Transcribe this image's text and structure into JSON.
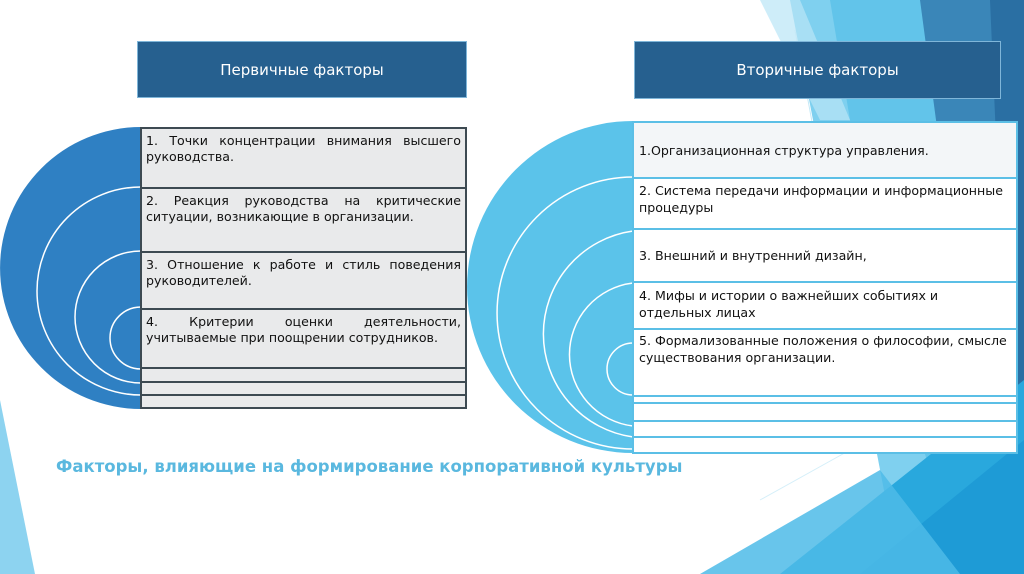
{
  "slide": {
    "title": "Факторы, влияющие на формирование корпоративной культуры",
    "colors": {
      "header_bg": "#26608f",
      "left_semicircle": "#2f80c3",
      "right_semicircle": "#5bc3ea",
      "left_table_bg": "#e9eaeb",
      "left_table_border": "#3d4a52",
      "right_table_border": "#5bbfe6",
      "title_color": "#5ab8df"
    }
  },
  "primary": {
    "header": "Первичные факторы",
    "items": [
      "1. Точки концентрации внимания высшего руководства.",
      "2. Реакция руководства на критические ситуации, возникающие в организации.",
      "3. Отношение к работе и стиль поведения руководителей.",
      "4. Критерии оценки деятельности, учитываемые при поощрении сотрудников.",
      "",
      "",
      ""
    ]
  },
  "secondary": {
    "header": "Вторичные факторы",
    "items": [
      "1.Организационная структура управления.",
      "2. Система передачи информации и информационные процедуры",
      "3. Внешний и внутренний дизайн,",
      "4. Мифы и истории о важнейших событиях и отдельных лицах",
      "5. Формализованные положения о философии, смысле существования организации.",
      "",
      "",
      "",
      ""
    ]
  }
}
